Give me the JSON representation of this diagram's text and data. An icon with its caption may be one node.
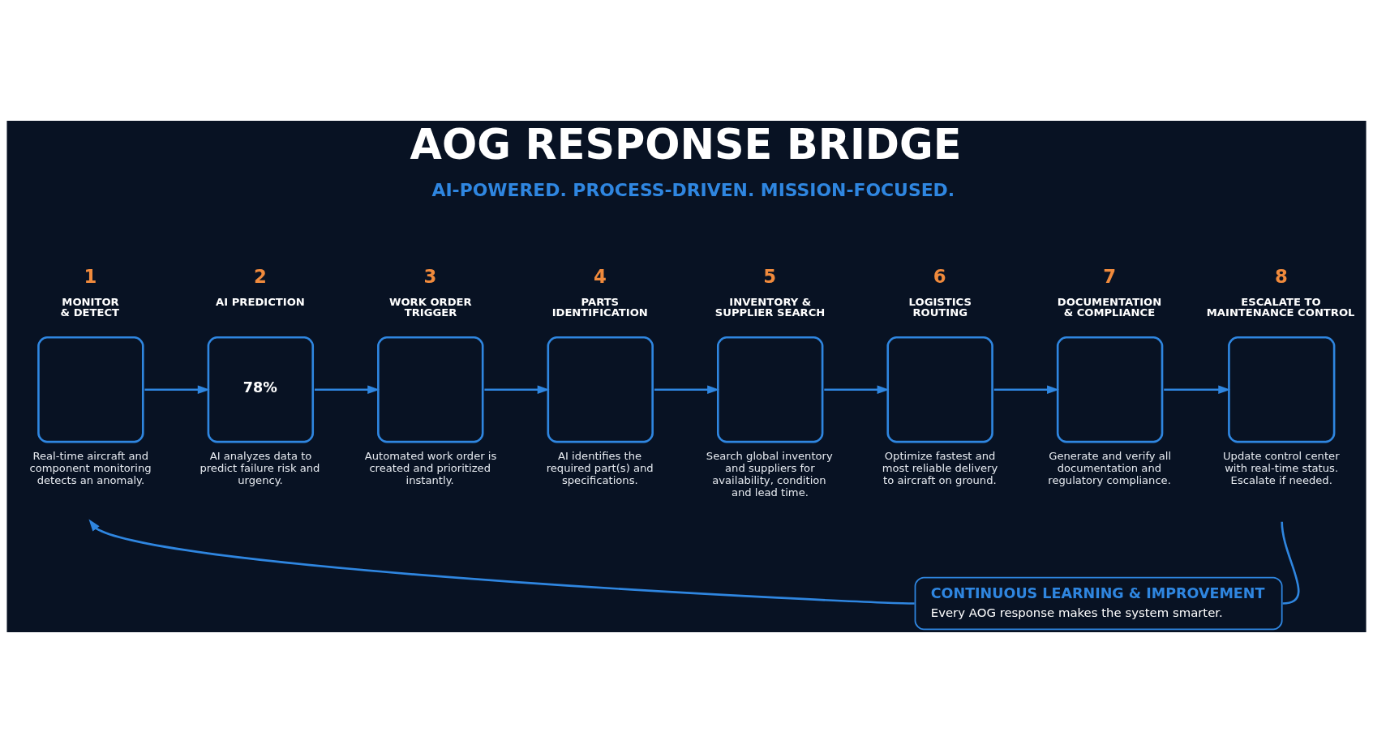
{
  "diagram": {
    "title": "AOG RESPONSE BRIDGE",
    "nodes": [
      {
        "text": [
          "1",
          "MONITOR & DETECT"
        ],
        "beside": [
          "Real-time aircraft and component monitoring detects an anomaly."
        ]
      },
      {
        "text": [
          "2",
          "AI PREDICTION",
          "78%"
        ],
        "beside": [
          "AI analyzes data to predict failure risk and urgency."
        ]
      },
      {
        "text": [
          "3",
          "WORK ORDER TRIGGER"
        ],
        "beside": [
          "Automated work order is created and prioritized instantly."
        ]
      },
      {
        "text": [
          "4",
          "PARTS IDENTIFICATION"
        ],
        "beside": [
          "AI identifies the required part(s) and specifications."
        ]
      },
      {
        "text": [
          "5",
          "INVENTORY & SUPPLIER SEARCH"
        ],
        "beside": [
          "Search global inventory and suppliers for availability, condition and lead time."
        ]
      },
      {
        "text": [
          "6",
          "LOGISTICS ROUTING"
        ],
        "beside": [
          "Optimize fastest and most reliable delivery to aircraft on ground."
        ]
      },
      {
        "text": [
          "7",
          "DOCUMENTATION & COMPLIANCE"
        ],
        "beside": [
          "Generate and verify all documentation and regulatory compliance."
        ]
      },
      {
        "text": [
          "8",
          "ESCALATE TO MAINTENANCE CONTROL"
        ],
        "beside": [
          "Update control center with real-time status. Escalate if needed."
        ]
      },
      {
        "text": [
          "CONTINUOUS LEARNING & IMPROVEMENT",
          "Every AOG response makes the system smarter."
        ]
      }
    ],
    "edges": [
      {
        "from": 0,
        "to": 1,
        "arrow": "to"
      },
      {
        "from": 1,
        "to": 2,
        "arrow": "to"
      },
      {
        "from": 2,
        "to": 3,
        "arrow": "to"
      },
      {
        "from": 3,
        "to": 4,
        "arrow": "to"
      },
      {
        "from": 4,
        "to": 5,
        "arrow": "to"
      },
      {
        "from": 5,
        "to": 6,
        "arrow": "to"
      },
      {
        "from": 6,
        "to": 7,
        "arrow": "to"
      },
      {
        "from": 7,
        "to": 8,
        "arrow": "none"
      },
      {
        "from": 8,
        "to": 0,
        "arrow": "to"
      }
    ],
    "labels": [
      "AI-POWERED. PROCESS-DRIVEN. MISSION-FOCUSED."
    ]
  }
}
